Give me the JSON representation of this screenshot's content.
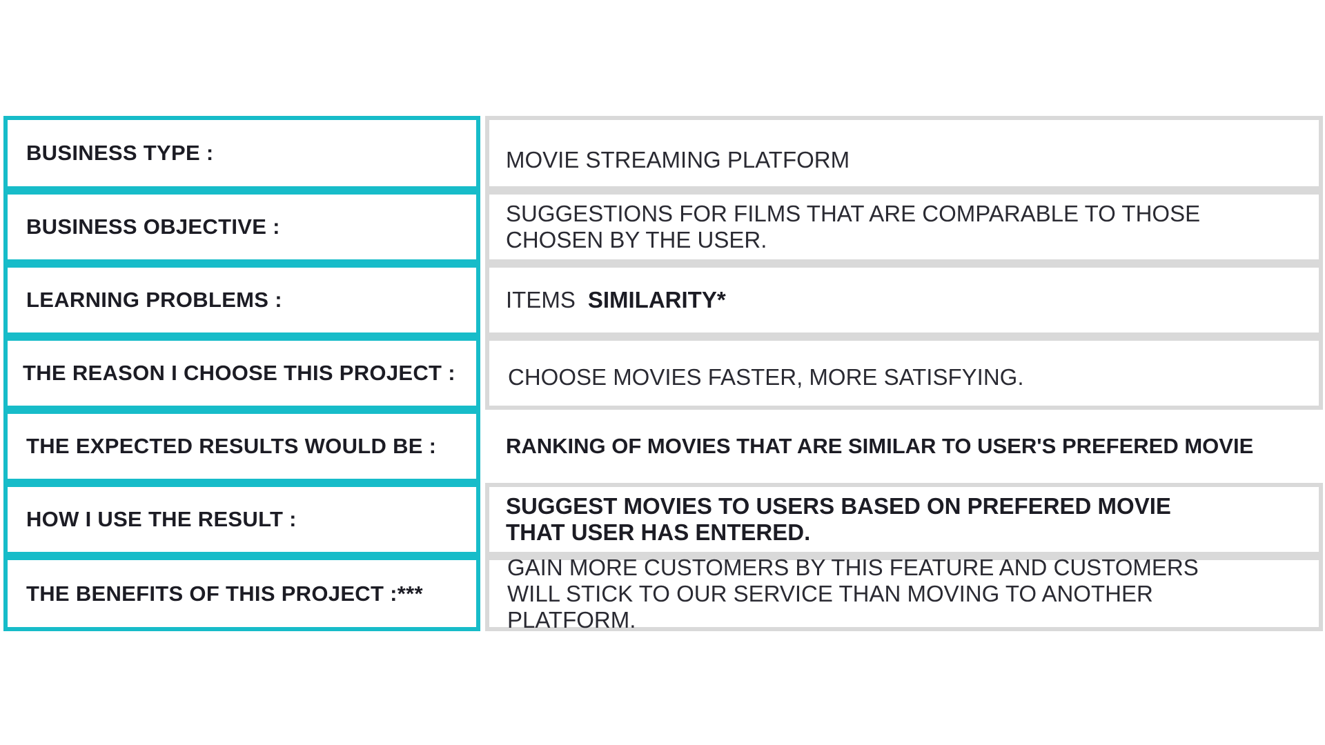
{
  "rows": [
    {
      "label": "BUSINESS TYPE :",
      "value": "MOVIE STREAMING PLATFORM"
    },
    {
      "label": "BUSINESS OBJECTIVE :",
      "value": "SUGGESTIONS FOR FILMS THAT ARE COMPARABLE TO THOSE CHOSEN BY THE USER."
    },
    {
      "label": "LEARNING PROBLEMS :",
      "value": "ITEMS",
      "value_bold": "SIMILARITY*"
    },
    {
      "label": "THE REASON I CHOOSE THIS PROJECT :",
      "value": "CHOOSE MOVIES FASTER, MORE SATISFYING."
    },
    {
      "label": "THE EXPECTED RESULTS WOULD BE :",
      "value": "RANKING OF MOVIES THAT ARE SIMILAR TO USER'S PREFERED MOVIE"
    },
    {
      "label": "HOW I USE THE RESULT :",
      "value": "SUGGEST MOVIES TO USERS BASED ON PREFERED MOVIE THAT USER HAS ENTERED."
    },
    {
      "label": "THE BENEFITS OF THIS PROJECT :***",
      "value": "GAIN MORE CUSTOMERS BY THIS FEATURE AND CUSTOMERS WILL STICK TO OUR SERVICE THAN MOVING TO ANOTHER PLATFORM."
    }
  ],
  "colors": {
    "label_border": "#17bcc9",
    "value_border": "#d9d9d9",
    "text": "#1c1c24"
  }
}
